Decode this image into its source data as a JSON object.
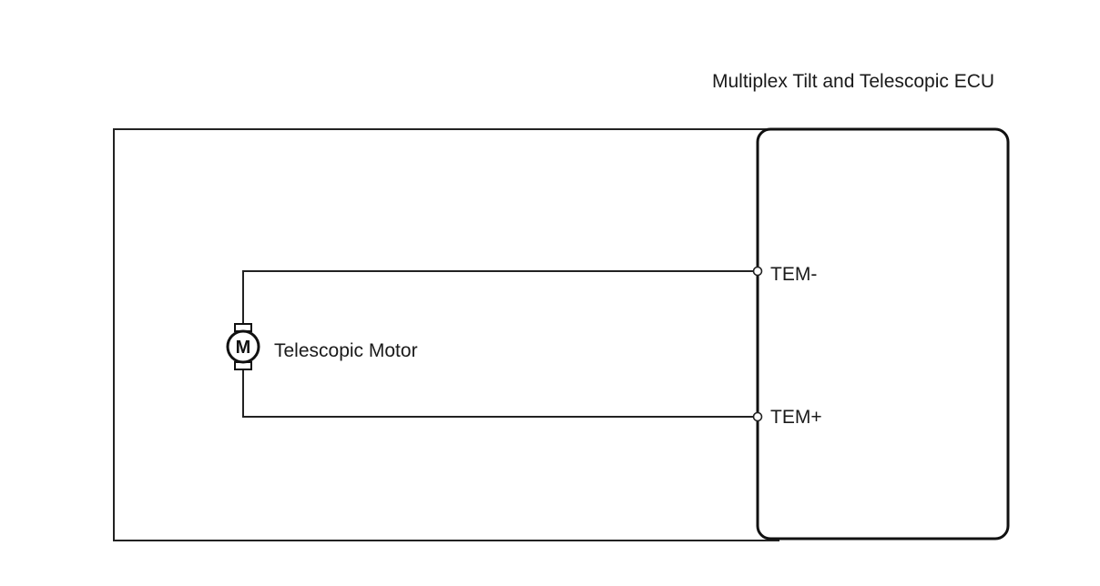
{
  "ecu": {
    "label": "Multiplex Tilt and Telescopic ECU",
    "terminals": [
      {
        "name": "TEM-"
      },
      {
        "name": "TEM+"
      }
    ]
  },
  "motor": {
    "symbol": "M",
    "label": "Telescopic Motor"
  },
  "colors": {
    "line": "#222222",
    "background": "#ffffff"
  }
}
